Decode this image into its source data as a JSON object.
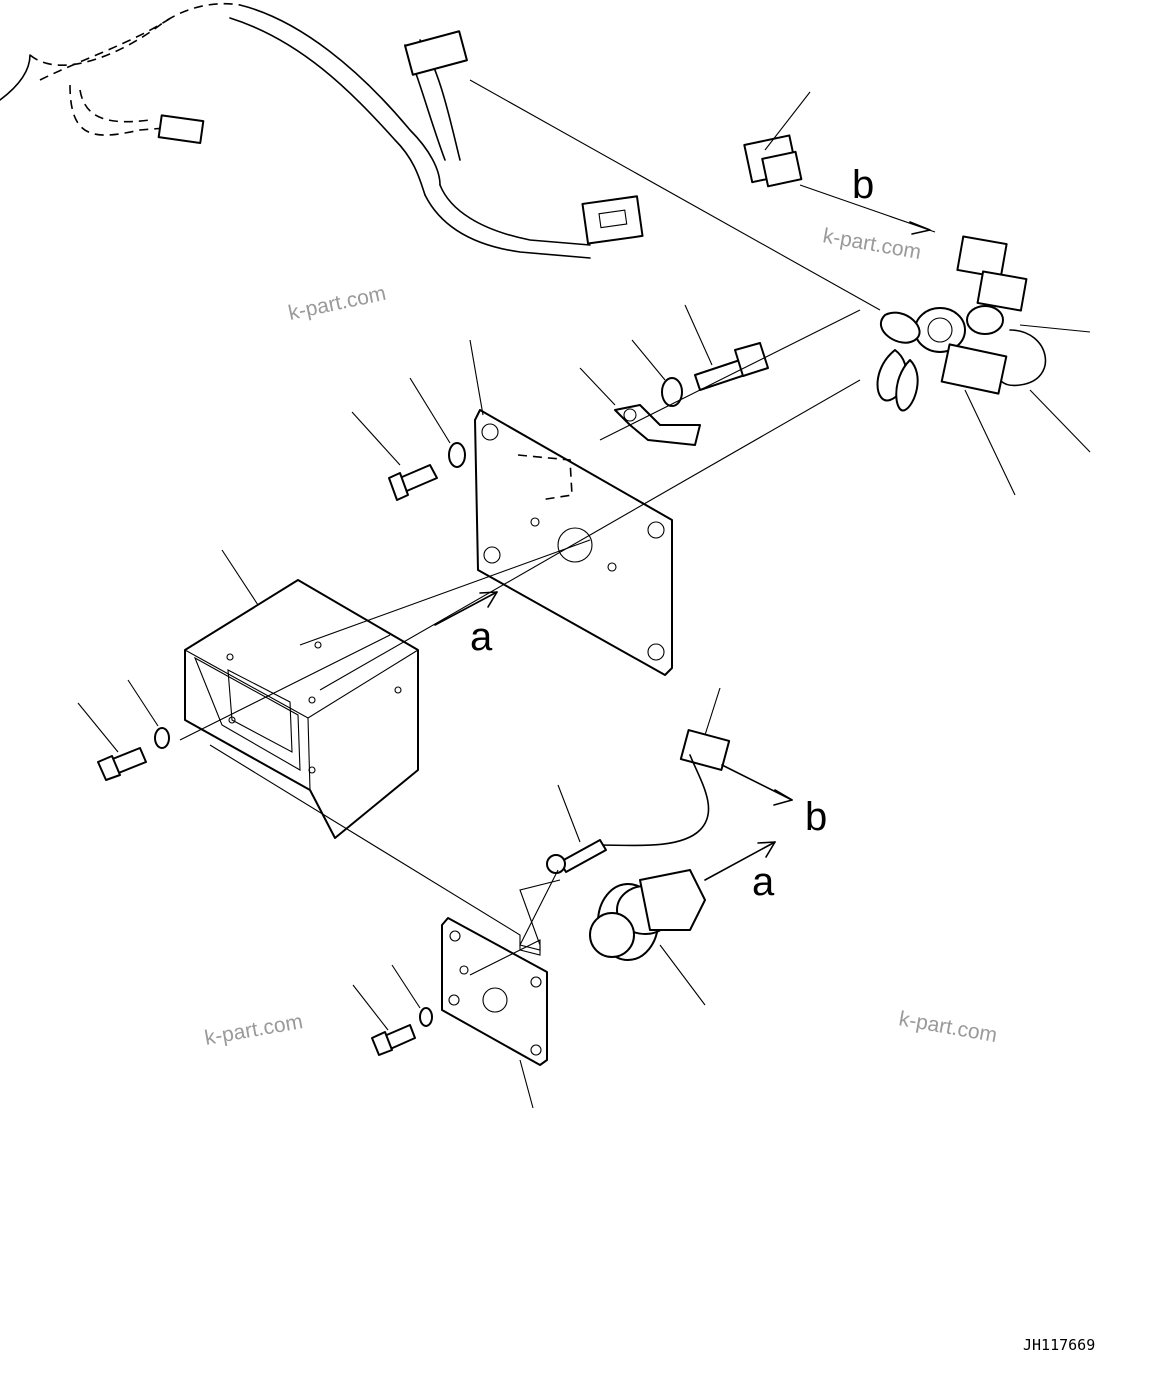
{
  "callouts": {
    "a_top": "a",
    "a_bottom": "a",
    "b_top": "b",
    "b_bottom": "b"
  },
  "watermarks": [
    "k-part.com",
    "k-part.com",
    "k-part.com",
    "k-part.com"
  ],
  "drawing_code": "JH117669"
}
